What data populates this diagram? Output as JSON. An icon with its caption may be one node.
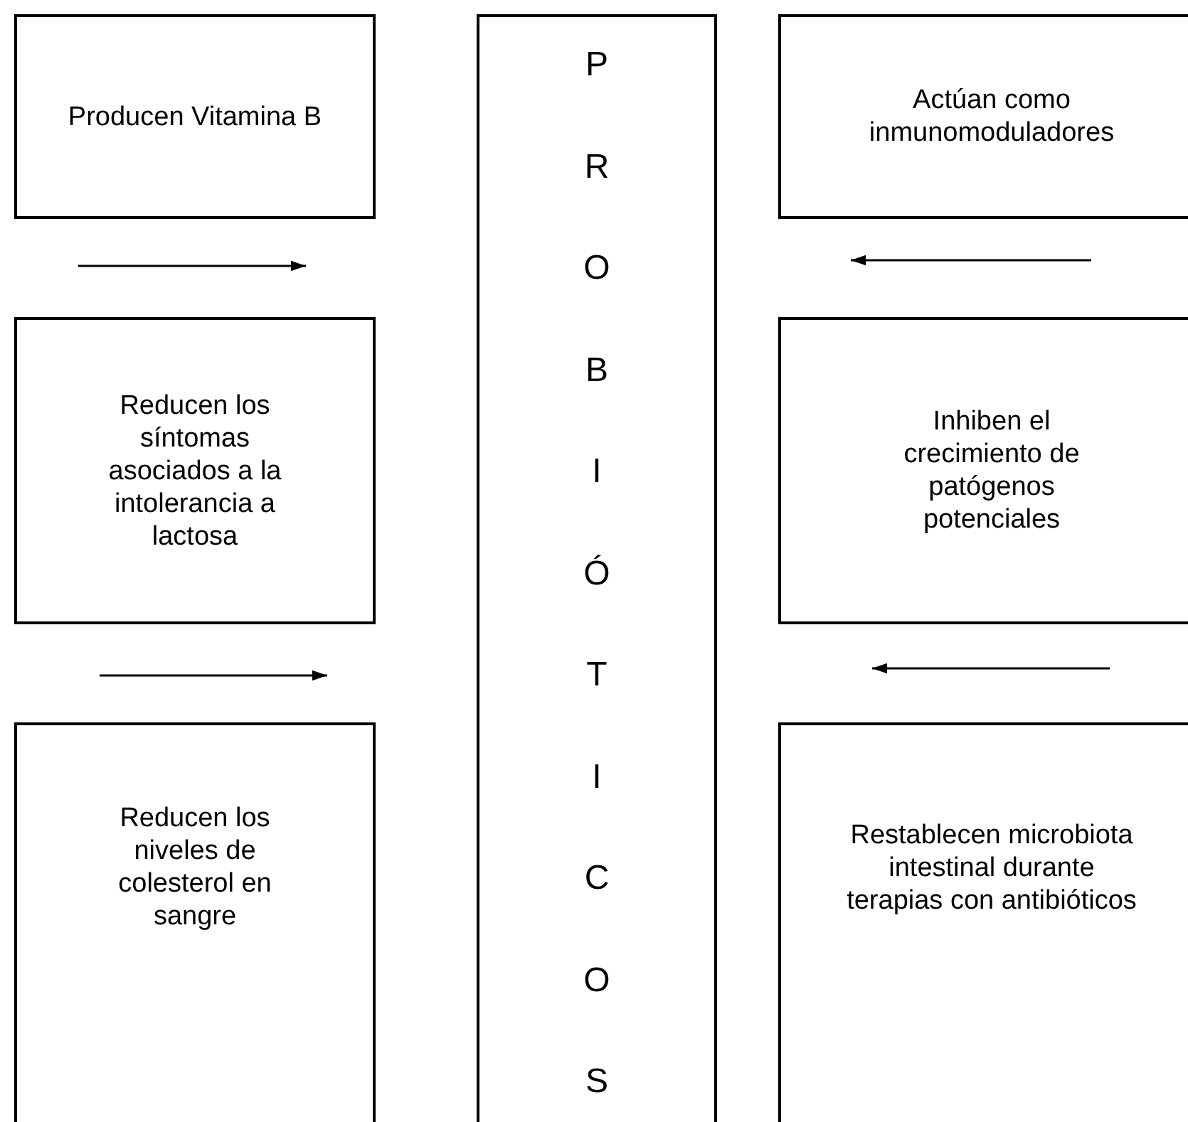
{
  "diagram": {
    "nodes": [
      {
        "text": [
          "Producen Vitamina B"
        ]
      },
      {
        "text": [
          "PROBIÓTICOS"
        ]
      },
      {
        "text": [
          "Actúan como inmunomoduladores"
        ]
      },
      {
        "text": [
          "Reducen los síntomas asociados a la intolerancia a lactosa"
        ]
      },
      {
        "text": [
          "Inhiben el crecimiento de patógenos potenciales"
        ]
      },
      {
        "text": [
          "Reducen los niveles de colesterol en sangre"
        ]
      },
      {
        "text": [
          "Restablecen microbiota intestinal durante terapias con antibióticos"
        ]
      }
    ]
  }
}
